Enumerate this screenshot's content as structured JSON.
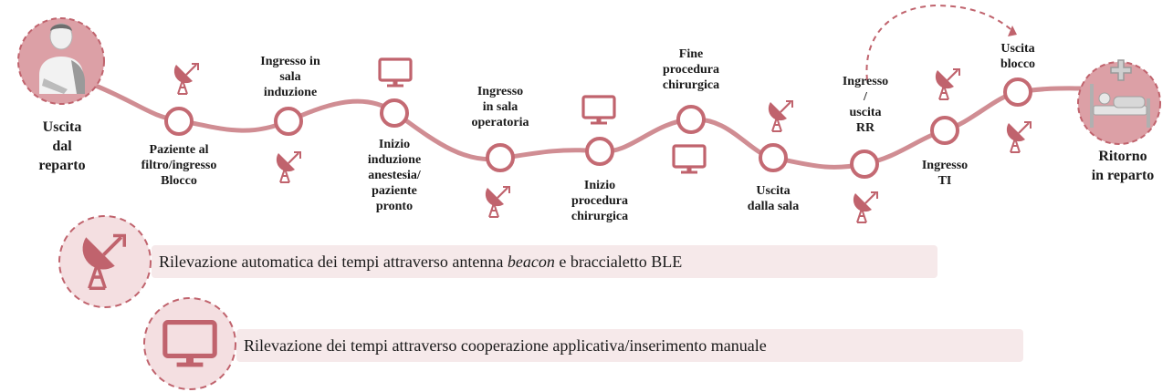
{
  "colors": {
    "accent": "#c0636d",
    "track": "#d08d93",
    "light_fill": "#f4dfe1",
    "legend_bg": "#f6e9ea",
    "ring": "#c46a73"
  },
  "start": {
    "label": "Uscita\ndal\nreparto",
    "icon": "patient-icon"
  },
  "end": {
    "label": "Ritorno\nin reparto",
    "icon": "hospital-bed-icon"
  },
  "steps": [
    {
      "label": "Paziente al\nfiltro/ingresso\nBlocco",
      "icon": "antenna-icon"
    },
    {
      "label": "Ingresso in\nsala\ninduzione",
      "icon": "antenna-icon"
    },
    {
      "label": "Inizio\ninduzione\nanestesia/\npaziente\npronto",
      "icon": "monitor-icon"
    },
    {
      "label": "Ingresso\nin sala\noperatoria",
      "icon": "antenna-icon"
    },
    {
      "label": "Inizio\nprocedura\nchirurgica",
      "icon": "monitor-icon"
    },
    {
      "label": "Fine\nprocedura\nchirurgica",
      "icon": "monitor-icon"
    },
    {
      "label": "Uscita\ndalla sala",
      "icon": "antenna-icon"
    },
    {
      "label": "Ingresso\n/\nuscita\nRR",
      "icon": "antenna-icon"
    },
    {
      "label": "Ingresso\nTI",
      "icon": "antenna-icon"
    },
    {
      "label": "Uscita\nblocco",
      "icon": "antenna-icon"
    }
  ],
  "legend": {
    "antenna": {
      "text_before": "Rilevazione automatica dei tempi attraverso antenna ",
      "text_italic": "beacon",
      "text_after": " e braccialetto BLE",
      "icon": "antenna-icon"
    },
    "monitor": {
      "text": "Rilevazione dei tempi attraverso cooperazione applicativa/inserimento manuale",
      "icon": "monitor-icon"
    }
  }
}
